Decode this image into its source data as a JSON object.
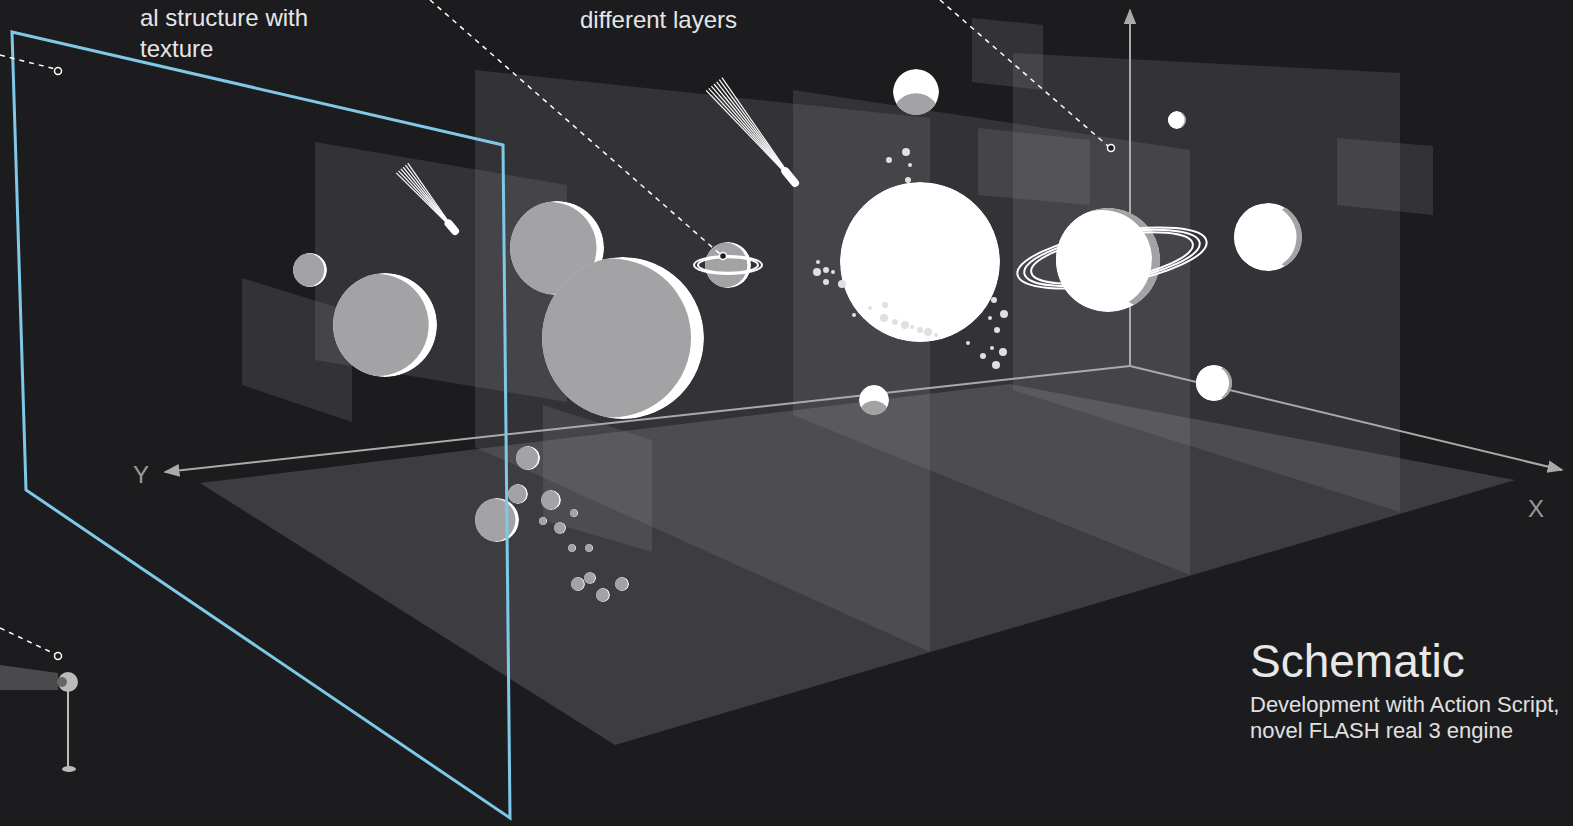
{
  "diagram": {
    "title": "Schematic",
    "caption": "Development with Action Script, novel FLASH real 3 engine",
    "labels": [
      "al structure with texture",
      "different layers",
      "Y",
      "X"
    ]
  }
}
